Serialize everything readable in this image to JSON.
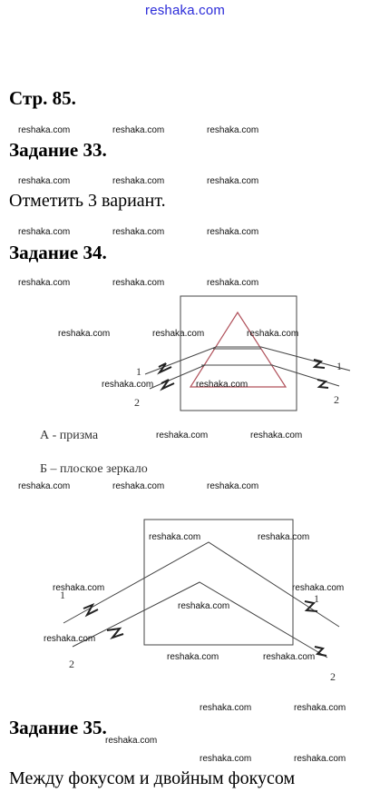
{
  "site_logo": "reshaka.com",
  "page_heading": "Стр. 85.",
  "tasks": [
    {
      "title": "Задание 33.",
      "answer": "Отметить 3 вариант."
    },
    {
      "title": "Задание 34."
    },
    {
      "title": "Задание 35.",
      "answer": "Между фокусом и двойным фокусом"
    }
  ],
  "figures": {
    "prism": {
      "caption": "А - призма",
      "ray_labels": [
        "1",
        "2"
      ],
      "exit_labels": [
        "1",
        "2"
      ]
    },
    "mirror": {
      "caption": "Б – плоское зеркало",
      "ray_labels": [
        "1",
        "2"
      ],
      "exit_labels": [
        "1",
        "2"
      ]
    }
  },
  "watermark": "reshaka.com"
}
